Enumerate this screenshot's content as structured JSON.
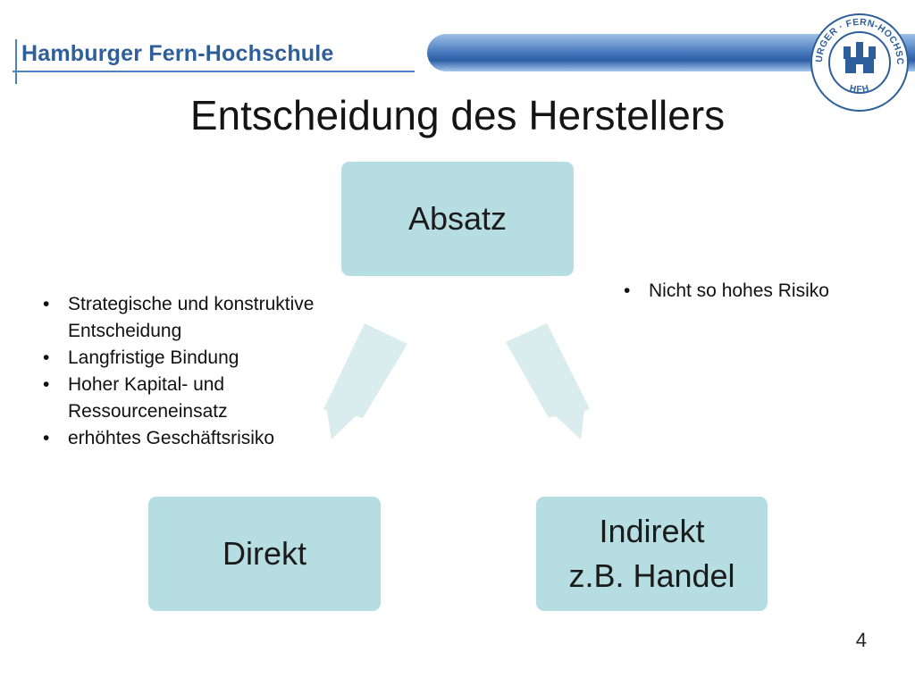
{
  "header": {
    "wordmark": "Hamburger Fern-Hochschule",
    "seal_text_top": "HAMBURGER · FERN-HOCHSCHULE",
    "seal_text_bottom": "HFH",
    "accent_color": "#2f5f9a"
  },
  "slide": {
    "title": "Entscheidung des Herstellers",
    "number": "4"
  },
  "diagram": {
    "nodes": {
      "top": "Absatz",
      "left": "Direkt",
      "right_line1": "Indirekt",
      "right_line2": "z.B. Handel"
    },
    "node_color": "#b6dde1",
    "arrow_color": "#d9ecee"
  },
  "notes_left": [
    "Strategische und konstruktive Entscheidung",
    "Langfristige Bindung",
    "Hoher Kapital- und Ressourceneinsatz",
    "erhöhtes Geschäftsrisiko"
  ],
  "notes_right": [
    "Nicht so hohes Risiko"
  ]
}
